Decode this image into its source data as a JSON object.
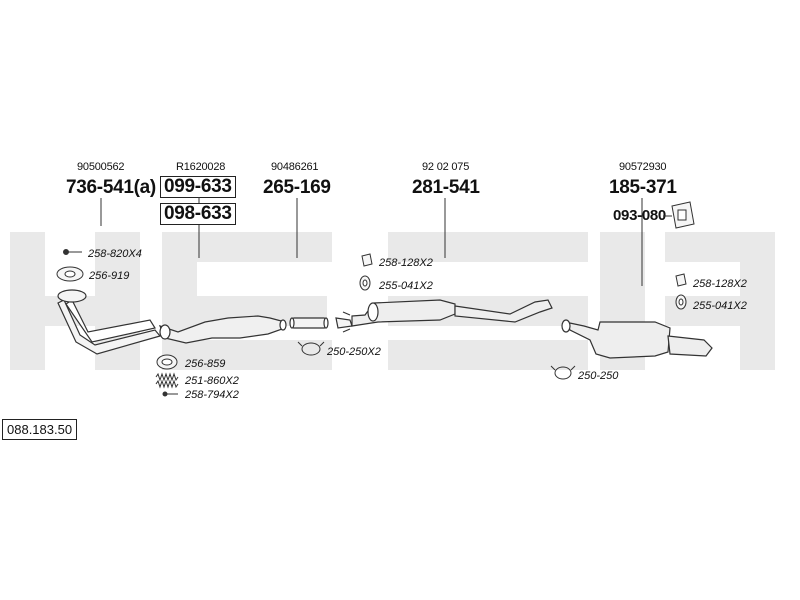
{
  "diagram_ref": "088.183.50",
  "oem_numbers": {
    "front_pipe": "90500562",
    "catalyst": "R1620028",
    "intermediate": "90486261",
    "middle_silencer": "92 02 075",
    "rear_silencer": "90572930"
  },
  "part_numbers": {
    "front_pipe": "736-541(a)",
    "catalyst_1": "099-633",
    "catalyst_2": "098-633",
    "intermediate": "265-169",
    "middle_silencer": "281-541",
    "rear_silencer": "185-371",
    "rear_mount": "093-080"
  },
  "accessories": {
    "bolt_front": "258-820X4",
    "gasket_front": "256-919",
    "gasket_cat": "256-859",
    "spring_cat": "251-860X2",
    "bolt_cat": "258-794X2",
    "clamp_mid": "250-250X2",
    "bolt_mid": "258-128X2",
    "rubber_mid": "255-041X2",
    "bolt_rear": "258-128X2",
    "rubber_rear": "255-041X2",
    "clamp_rear": "250-250"
  }
}
